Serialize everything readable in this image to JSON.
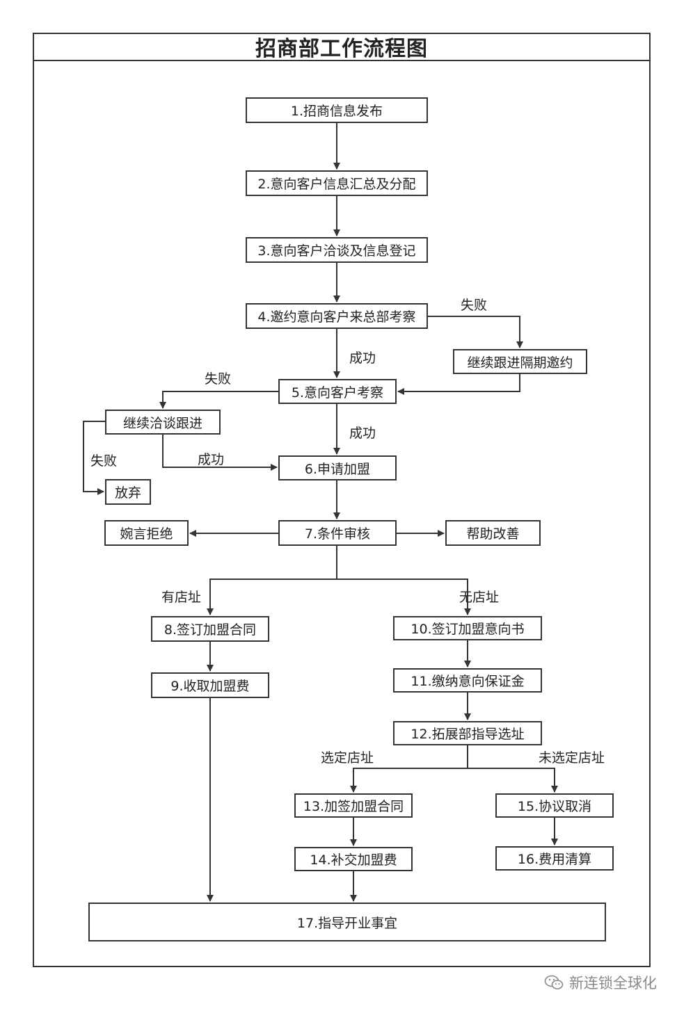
{
  "title": "招商部工作流程图",
  "nodes": {
    "n1": "1.招商信息发布",
    "n2": "2.意向客户信息汇总及分配",
    "n3": "3.意向客户洽谈及信息登记",
    "n4": "4.邀约意向客户来总部考察",
    "followup_invite": "继续跟进隔期邀约",
    "n5": "5.意向客户考察",
    "followup_talk": "继续洽谈跟进",
    "giveup": "放弃",
    "n6": "6.申请加盟",
    "reject": "婉言拒绝",
    "n7": "7.条件审核",
    "improve": "帮助改善",
    "n8": "8.签订加盟合同",
    "n9": "9.收取加盟费",
    "n10": "10.签订加盟意向书",
    "n11": "11.缴纳意向保证金",
    "n12": "12.拓展部指导选址",
    "n13": "13.加签加盟合同",
    "n14": "14.补交加盟费",
    "n15": "15.协议取消",
    "n16": "16.费用清算",
    "n17": "17.指导开业事宜"
  },
  "labels": {
    "fail_4": "失败",
    "success_4": "成功",
    "fail_5": "失败",
    "success_5": "成功",
    "fail_talk": "失败",
    "success_talk": "成功",
    "has_store": "有店址",
    "no_store": "无店址",
    "site_selected": "选定店址",
    "site_not_selected": "未选定店址"
  },
  "watermark": "新连锁全球化",
  "colors": {
    "line": "#333333",
    "background": "#ffffff",
    "watermark": "#888888"
  }
}
